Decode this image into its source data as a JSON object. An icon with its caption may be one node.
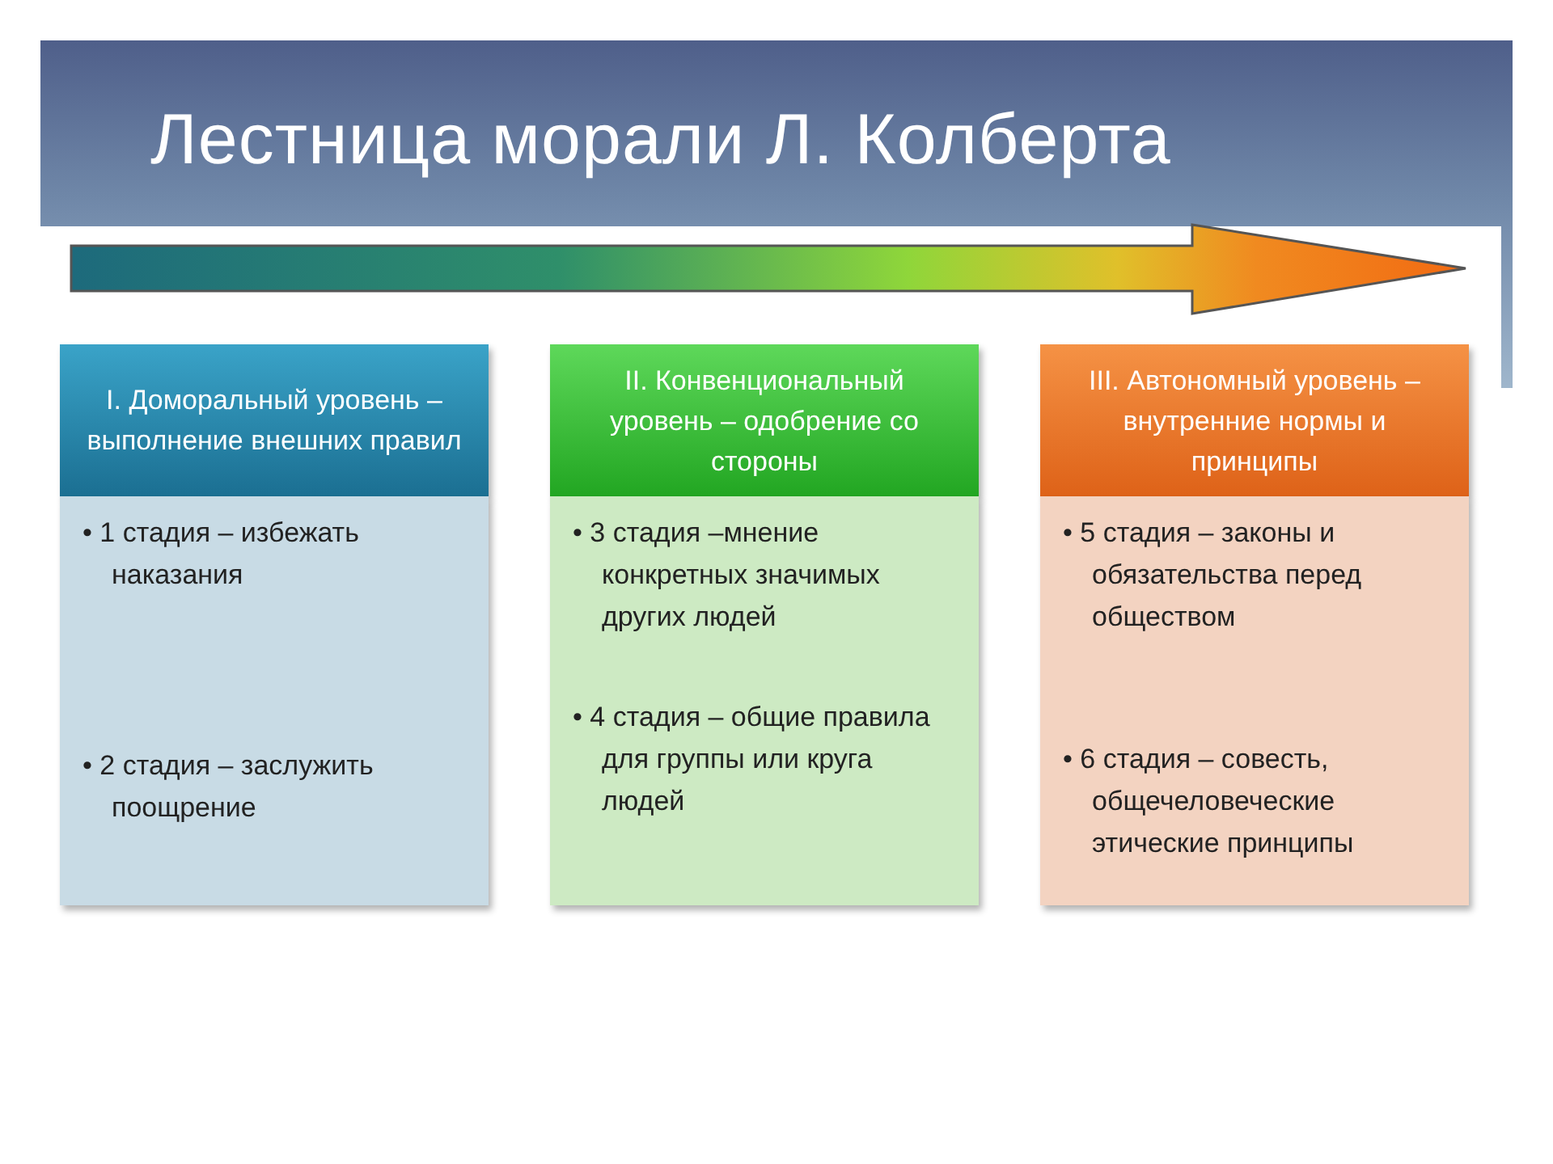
{
  "diagram": {
    "title": "Лестница морали Л. Колберта",
    "nodes": [
      {
        "text": [
          "I. Доморальный уровень – выполнение внешних правил"
        ]
      },
      {
        "text": [
          "• 1 стадия – избежать наказания",
          "• 2 стадия – заслужить поощрение"
        ]
      },
      {
        "text": [
          "II. Конвенциональный уровень – одобрение со стороны"
        ]
      },
      {
        "text": [
          "• 3 стадия –мнение конкретных значимых других людей",
          "• 4 стадия – общие правила для группы или круга людей"
        ]
      },
      {
        "text": [
          "III. Автономный уровень – внутренние нормы и принципы"
        ]
      },
      {
        "text": [
          "• 5 стадия – законы и обязательства перед обществом",
          "• 6 стадия – совесть, общечеловеческие этические принципы"
        ]
      }
    ]
  }
}
